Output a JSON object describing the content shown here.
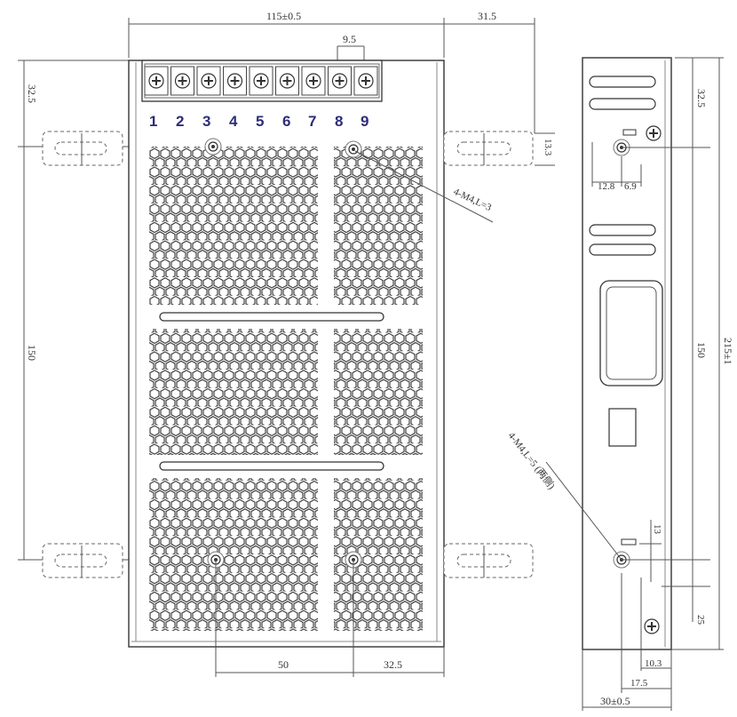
{
  "terminals": {
    "numbers": [
      "1",
      "2",
      "3",
      "4",
      "5",
      "6",
      "7",
      "8",
      "9"
    ]
  },
  "front_view": {
    "dim_width": "115±0.5",
    "dim_ear": "31.5",
    "dim_pitch": "9.5",
    "dim_top_left": "32.5",
    "dim_hole_spacing": "150",
    "dim_slot": "13.3",
    "dim_bottom_a": "50",
    "dim_bottom_b": "32.5",
    "note_holes": "4-M4,L=3"
  },
  "side_view": {
    "dim_top": "32.5",
    "dim_hole_spacing": "150",
    "dim_height": "215±1",
    "dim_a": "12.8",
    "dim_b": "6.9",
    "dim_c": "13",
    "dim_d": "25",
    "dim_e": "10.3",
    "dim_f": "17.5",
    "dim_depth": "30±0.5",
    "note_holes": "4-M4,L=5 (两侧)"
  },
  "colors": {
    "line": "#3a3a3a",
    "number": "#2d2d7a"
  }
}
